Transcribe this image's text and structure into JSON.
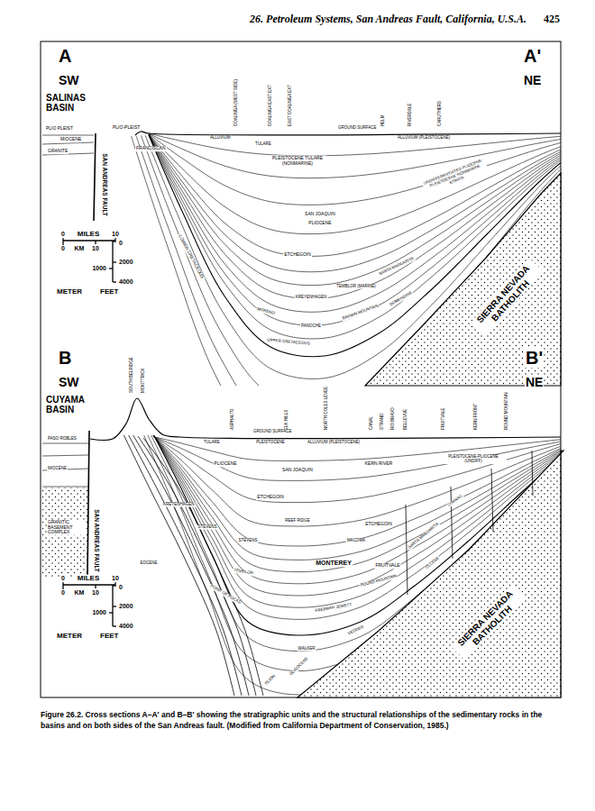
{
  "diagram": {
    "caption": "Figure 26.2. Cross sections A–A' and B–B' showing the stratigraphic units and the structural relationships of the sedimentary rocks in the basins and on both sides of the San Andreas fault. (Modified from California Department of Conservation, 1985.)",
    "labels": [
      "26. Petroleum Systems, San Andreas Fault, California, U.S.A.",
      "425",
      "A",
      "SW",
      "SALINAS BASIN",
      "A'",
      "NE",
      "PLIO PLEIST",
      "MIOCENE",
      "GRANITE",
      "SAN ANDREAS FAULT",
      "PLIO-PLEIST",
      "FRANCISCAN",
      "COALINGA (WEST SIDE)",
      "COALINGA EAST EXT",
      "EAST COALINGA EXT",
      "HELM",
      "RIVERDALE",
      "CARUTHERS",
      "GROUND SURFACE",
      "ALLUVIUM",
      "TULARE",
      "ALLUVIUM (PLEISTOCENE)",
      "PLEISTOCENE TULARE (NONMARINE)",
      "UNDIFFERENTIATED PLIOCENE-PLEISTOCENE NONMARINE STRATA",
      "SAN JOAQUIN",
      "PLIOCENE",
      "ETCHEGOIN",
      "SANTA MARGARITA",
      "TEMBLOR (MARINE)",
      "KREYENHAGEN",
      "DOMENGINE",
      "BROWN MOUNTAIN",
      "MORENO",
      "PANOCHE",
      "UPPER CRETACEOUS",
      "LOWER CRETACEOUS",
      "SIERRA NEVADA BATHOLITH",
      "0",
      "MILES",
      "10",
      "0",
      "KM",
      "10",
      "0",
      "2000",
      "1000",
      "4000",
      "METER",
      "FEET",
      "B",
      "SW",
      "CUYAMA BASIN",
      "B'",
      "NE",
      "SOUTH BELRIDGE",
      "MCKITTRICK",
      "ASPHALTO",
      "ELK HILLS",
      "NORTH COLES LEVEE",
      "CANAL",
      "STRAND",
      "RIO BRAVO",
      "BELLEVUE",
      "FRUITVALE",
      "KERN FRONT",
      "ROUND MOUNTAIN",
      "PASO ROBLES",
      "MIOCENE",
      "GRANITIC BASEMENT COMPLEX",
      "SAN ANDREAS FAULT",
      "KREYENHAGEN",
      "GROUND SURFACE",
      "TULARE",
      "PLEISTOCENE",
      "ALLUVIUM (PLEISTOCENE)",
      "PLIOCENE",
      "SAN JOAQUIN",
      "KERN RIVER",
      "PLEISTOCENE-PLIOCENE (UNDIFF)",
      "ETCHEGOIN",
      "REEF RIDGE",
      "STEVENS",
      "STEVENS",
      "ETCHEGOIN",
      "MACOMA",
      "SANTA MARGARITA",
      "CHANAC",
      "MONTEREY",
      "FRUITVALE",
      "ROUND MOUNTAIN",
      "OLCESE",
      "EOCENE",
      "TEMBLOR",
      "POINT OF ROCKS",
      "FREEMAN JEWETT",
      "VEDDER",
      "WALKER",
      "OLIGOCENE",
      "TEJON",
      "SIERRA NEVADA BATHOLITH",
      "0",
      "MILES",
      "10",
      "0",
      "KM",
      "10",
      "0",
      "2000",
      "1000",
      "4000",
      "METER",
      "FEET"
    ]
  }
}
